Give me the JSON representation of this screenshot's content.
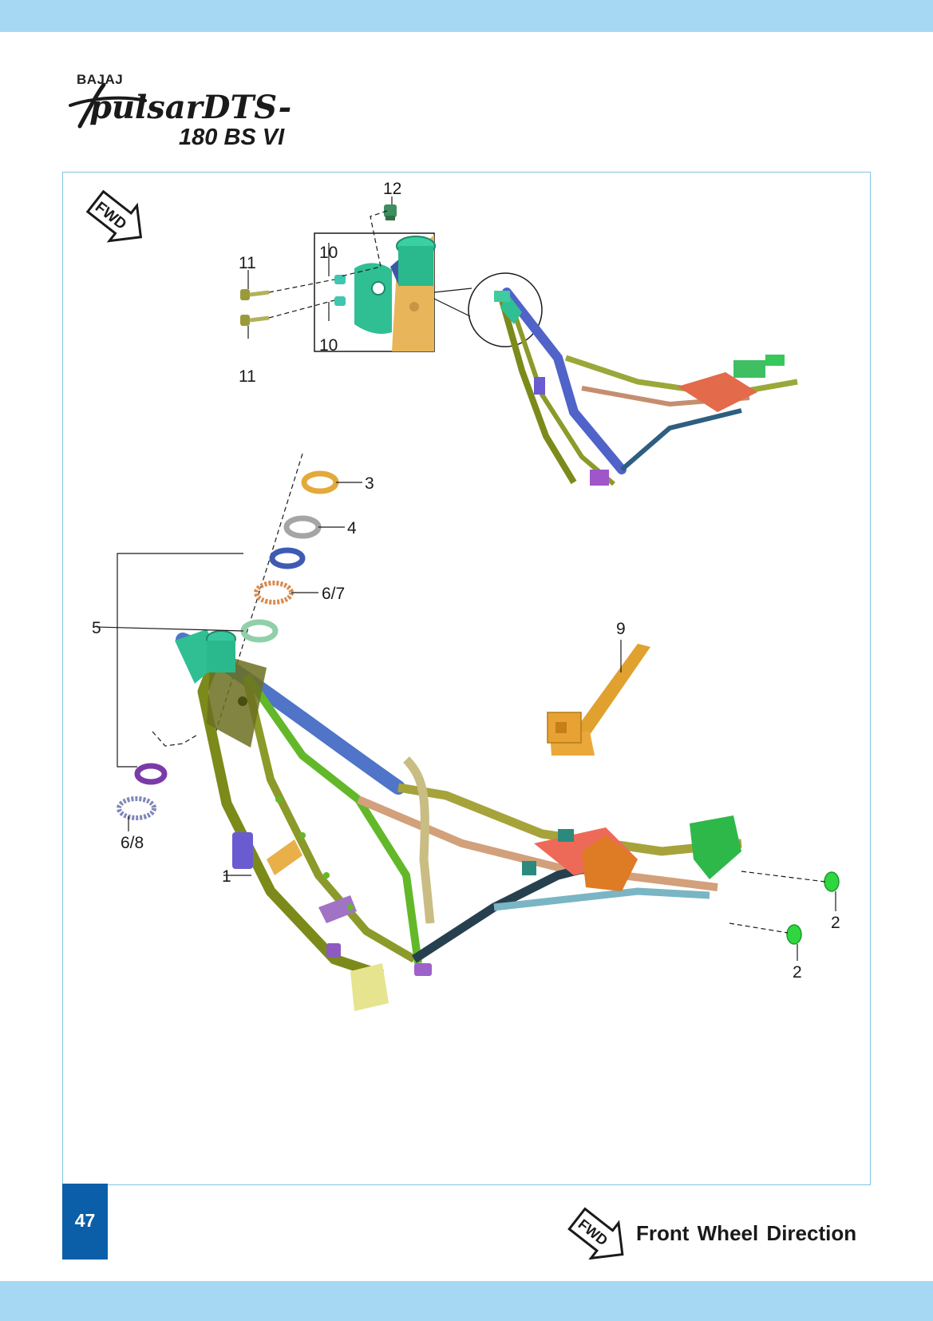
{
  "brand": {
    "maker": "BAJAJ",
    "logo_text": "pulsarDTS-i",
    "model": "180 BS VI"
  },
  "diagram": {
    "fwd_label": "FWD",
    "callouts": [
      "12",
      "11",
      "10",
      "10",
      "11",
      "3",
      "4",
      "6/7",
      "5",
      "9",
      "6/8",
      "1",
      "2",
      "2"
    ]
  },
  "colors": {
    "band": "#a6d8f4",
    "page_badge": "#0a5fa8",
    "frame_border": "#7fc6e4"
  },
  "footer": {
    "page_number": "47",
    "legend_label": "Front Wheel Direction",
    "legend_icon_label": "FWD"
  }
}
